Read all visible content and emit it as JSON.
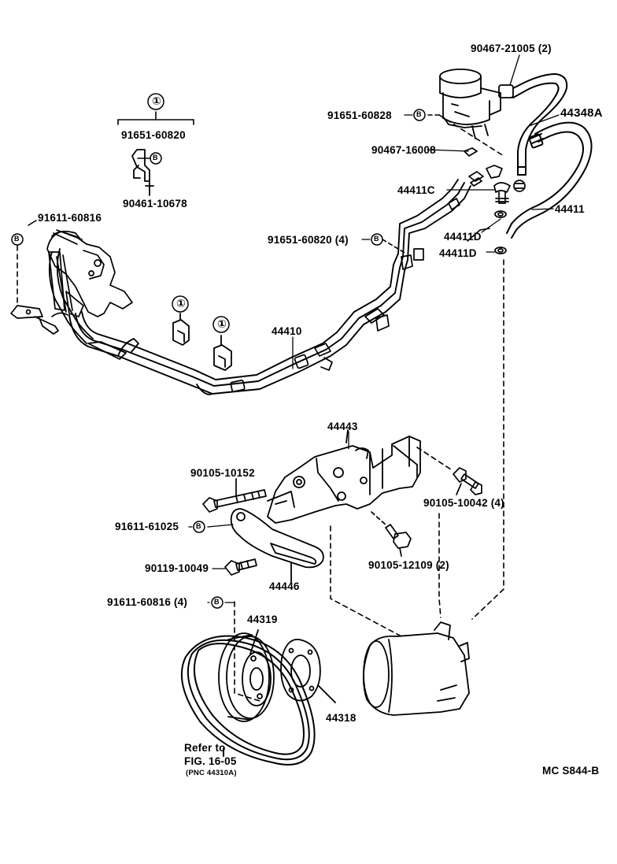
{
  "callouts": {
    "group_mark": "①",
    "c_91651_60820": "91651-60820",
    "c_90461_10678": "90461-10678",
    "c_91611_60816_top": "91611-60816",
    "c_90467_21005": "90467-21005 (2)",
    "c_91651_60828": "91651-60828",
    "c_44348A": "44348A",
    "c_90467_16008": "90467-16008",
    "c_44411C": "44411C",
    "c_44411": "44411",
    "c_91651_60820_4": "91651-60820 (4)",
    "c_44411D_a": "44411D",
    "c_44411D_b": "44411D",
    "c_44410": "44410",
    "c_44443": "44443",
    "c_90105_10152": "90105-10152",
    "c_90105_10042": "90105-10042 (4)",
    "c_91611_61025": "91611-61025",
    "c_90105_12109": "90105-12109 (2)",
    "c_90119_10049": "90119-10049",
    "c_44446": "44446",
    "c_91611_60816_4": "91611-60816 (4)",
    "c_44319": "44319",
    "c_44318": "44318",
    "refer_line1": "Refer to",
    "refer_line2": "FIG. 16-05",
    "refer_line3": "(PNC 44310A)",
    "figure_code": "MC  S844-B",
    "b_mark": "B"
  }
}
